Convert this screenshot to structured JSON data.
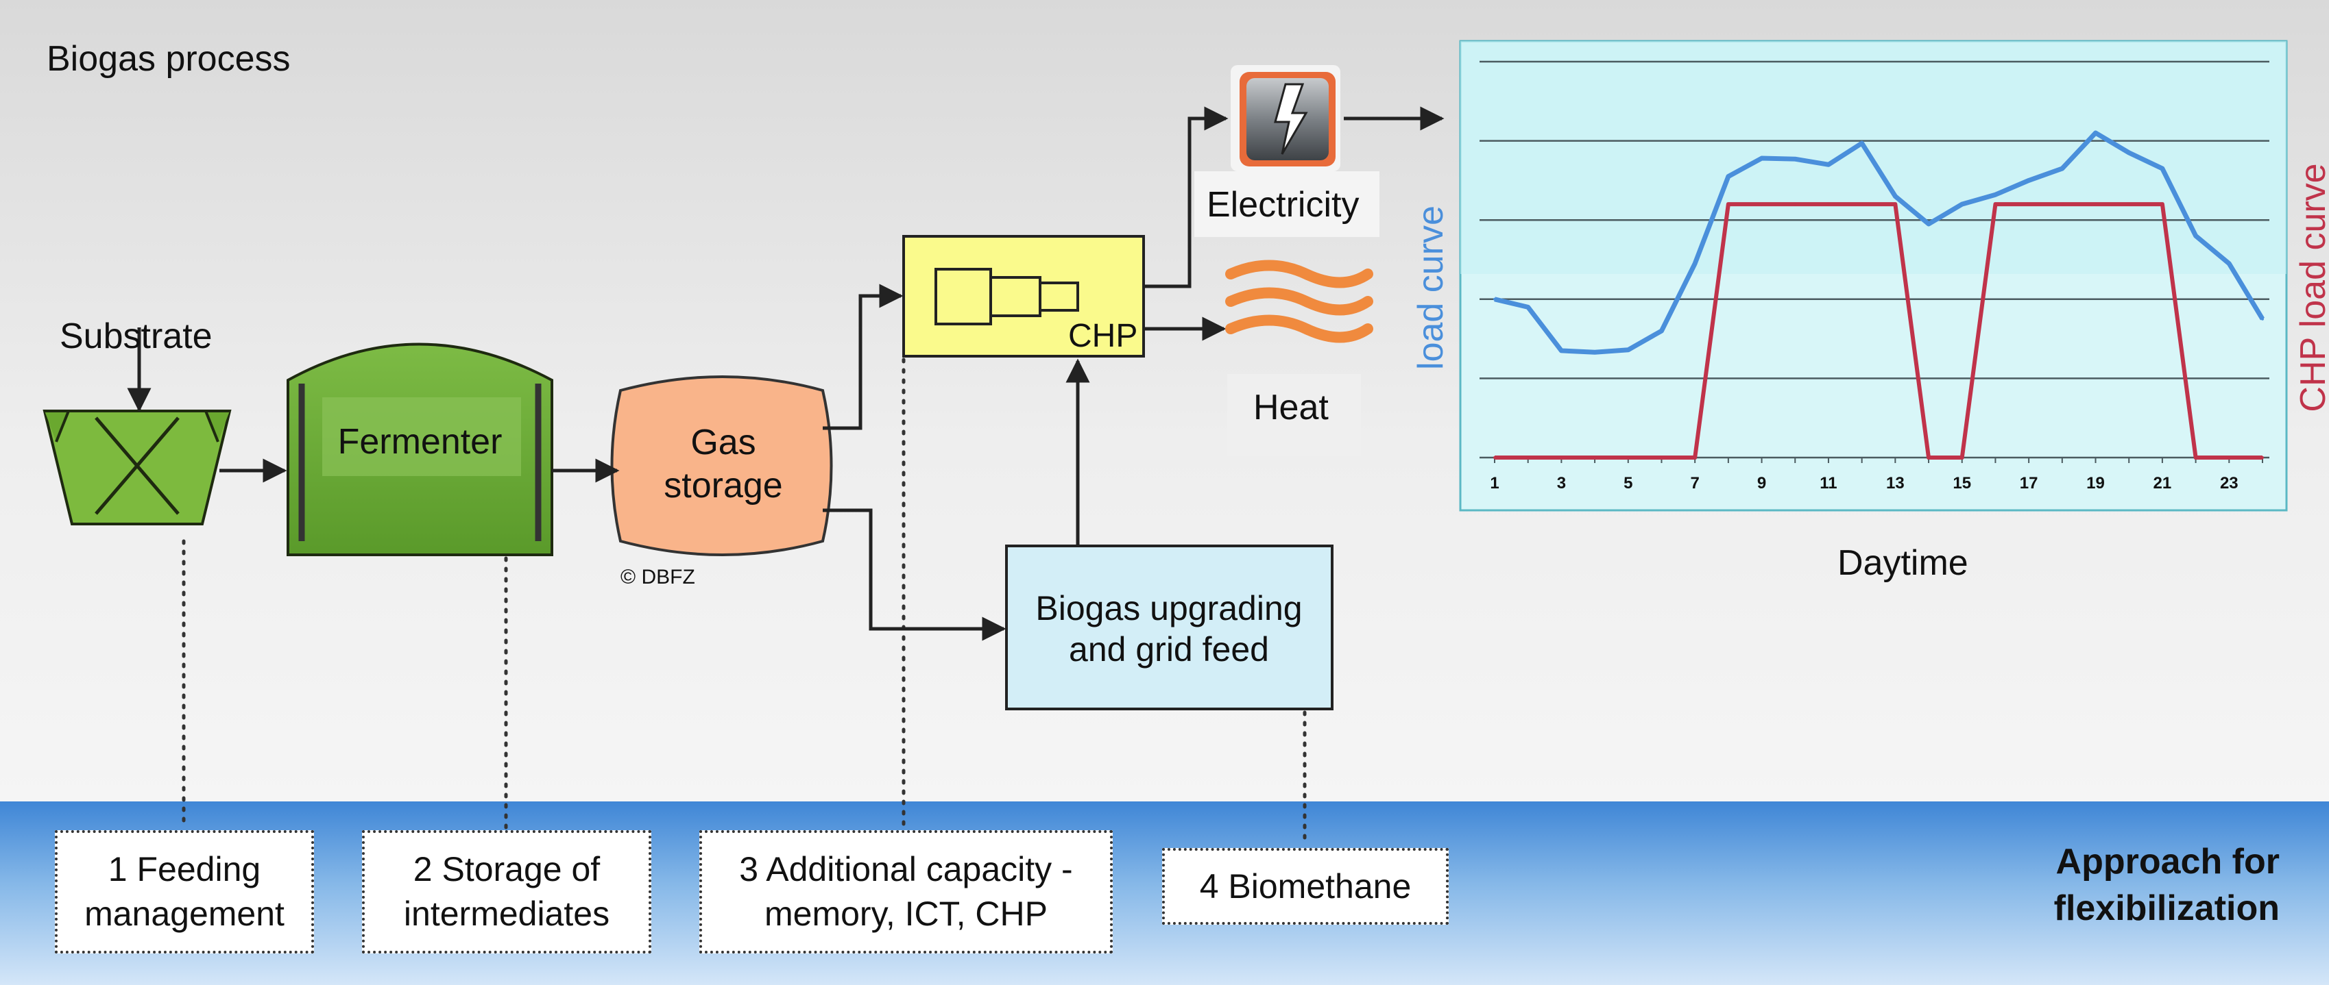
{
  "title": "Biogas process",
  "copyright": "© DBFZ",
  "process": {
    "substrate": "Substrate",
    "fermenter": "Fermenter",
    "gas_storage": "Gas storage",
    "chp": "CHP",
    "electricity": "Electricity",
    "heat": "Heat",
    "upgrading": "Biogas upgrading and grid feed"
  },
  "approaches": {
    "label": "Approach for flexibilization",
    "items": [
      "1 Feeding management",
      "2 Storage of intermediates",
      "3 Additional capacity - memory, ICT, CHP",
      "4 Biomethane"
    ]
  },
  "chart_data": {
    "type": "line",
    "xlabel": "Daytime",
    "ylabel_left": "load curve",
    "ylabel_right": "CHP load curve",
    "x": [
      1,
      2,
      3,
      4,
      5,
      6,
      7,
      8,
      9,
      10,
      11,
      12,
      13,
      14,
      15,
      16,
      17,
      18,
      19,
      20,
      21,
      22,
      23,
      24
    ],
    "xticks": [
      1,
      3,
      5,
      7,
      9,
      11,
      13,
      15,
      17,
      19,
      21,
      23
    ],
    "ylim": [
      0,
      5
    ],
    "grid": true,
    "series": [
      {
        "name": "load curve",
        "color": "#4a8fdb",
        "values": [
          2.0,
          1.9,
          1.35,
          1.33,
          1.36,
          1.6,
          2.45,
          3.55,
          3.78,
          3.77,
          3.7,
          3.97,
          3.3,
          2.95,
          3.2,
          3.32,
          3.5,
          3.65,
          4.1,
          3.85,
          3.65,
          2.8,
          2.45,
          1.75
        ]
      },
      {
        "name": "CHP load curve",
        "color": "#c0334a",
        "values": [
          0,
          0,
          0,
          0,
          0,
          0,
          0,
          3.2,
          3.2,
          3.2,
          3.2,
          3.2,
          3.2,
          0,
          0,
          3.2,
          3.2,
          3.2,
          3.2,
          3.2,
          3.2,
          0,
          0,
          0
        ]
      }
    ]
  },
  "colors": {
    "load_curve": "#4a8fdb",
    "chp_curve": "#c0334a",
    "fermenter": "#6aaa34",
    "gas_storage": "#f9b48a",
    "chp_box": "#fafa8c",
    "upgrading_box": "#d3eef7",
    "heat": "#f08a3e",
    "chart_bg": "#c9f3f6"
  },
  "icons": {
    "electricity": "lightning-icon",
    "heat": "heat-waves-icon",
    "feeder": "feeder-hopper-icon"
  }
}
